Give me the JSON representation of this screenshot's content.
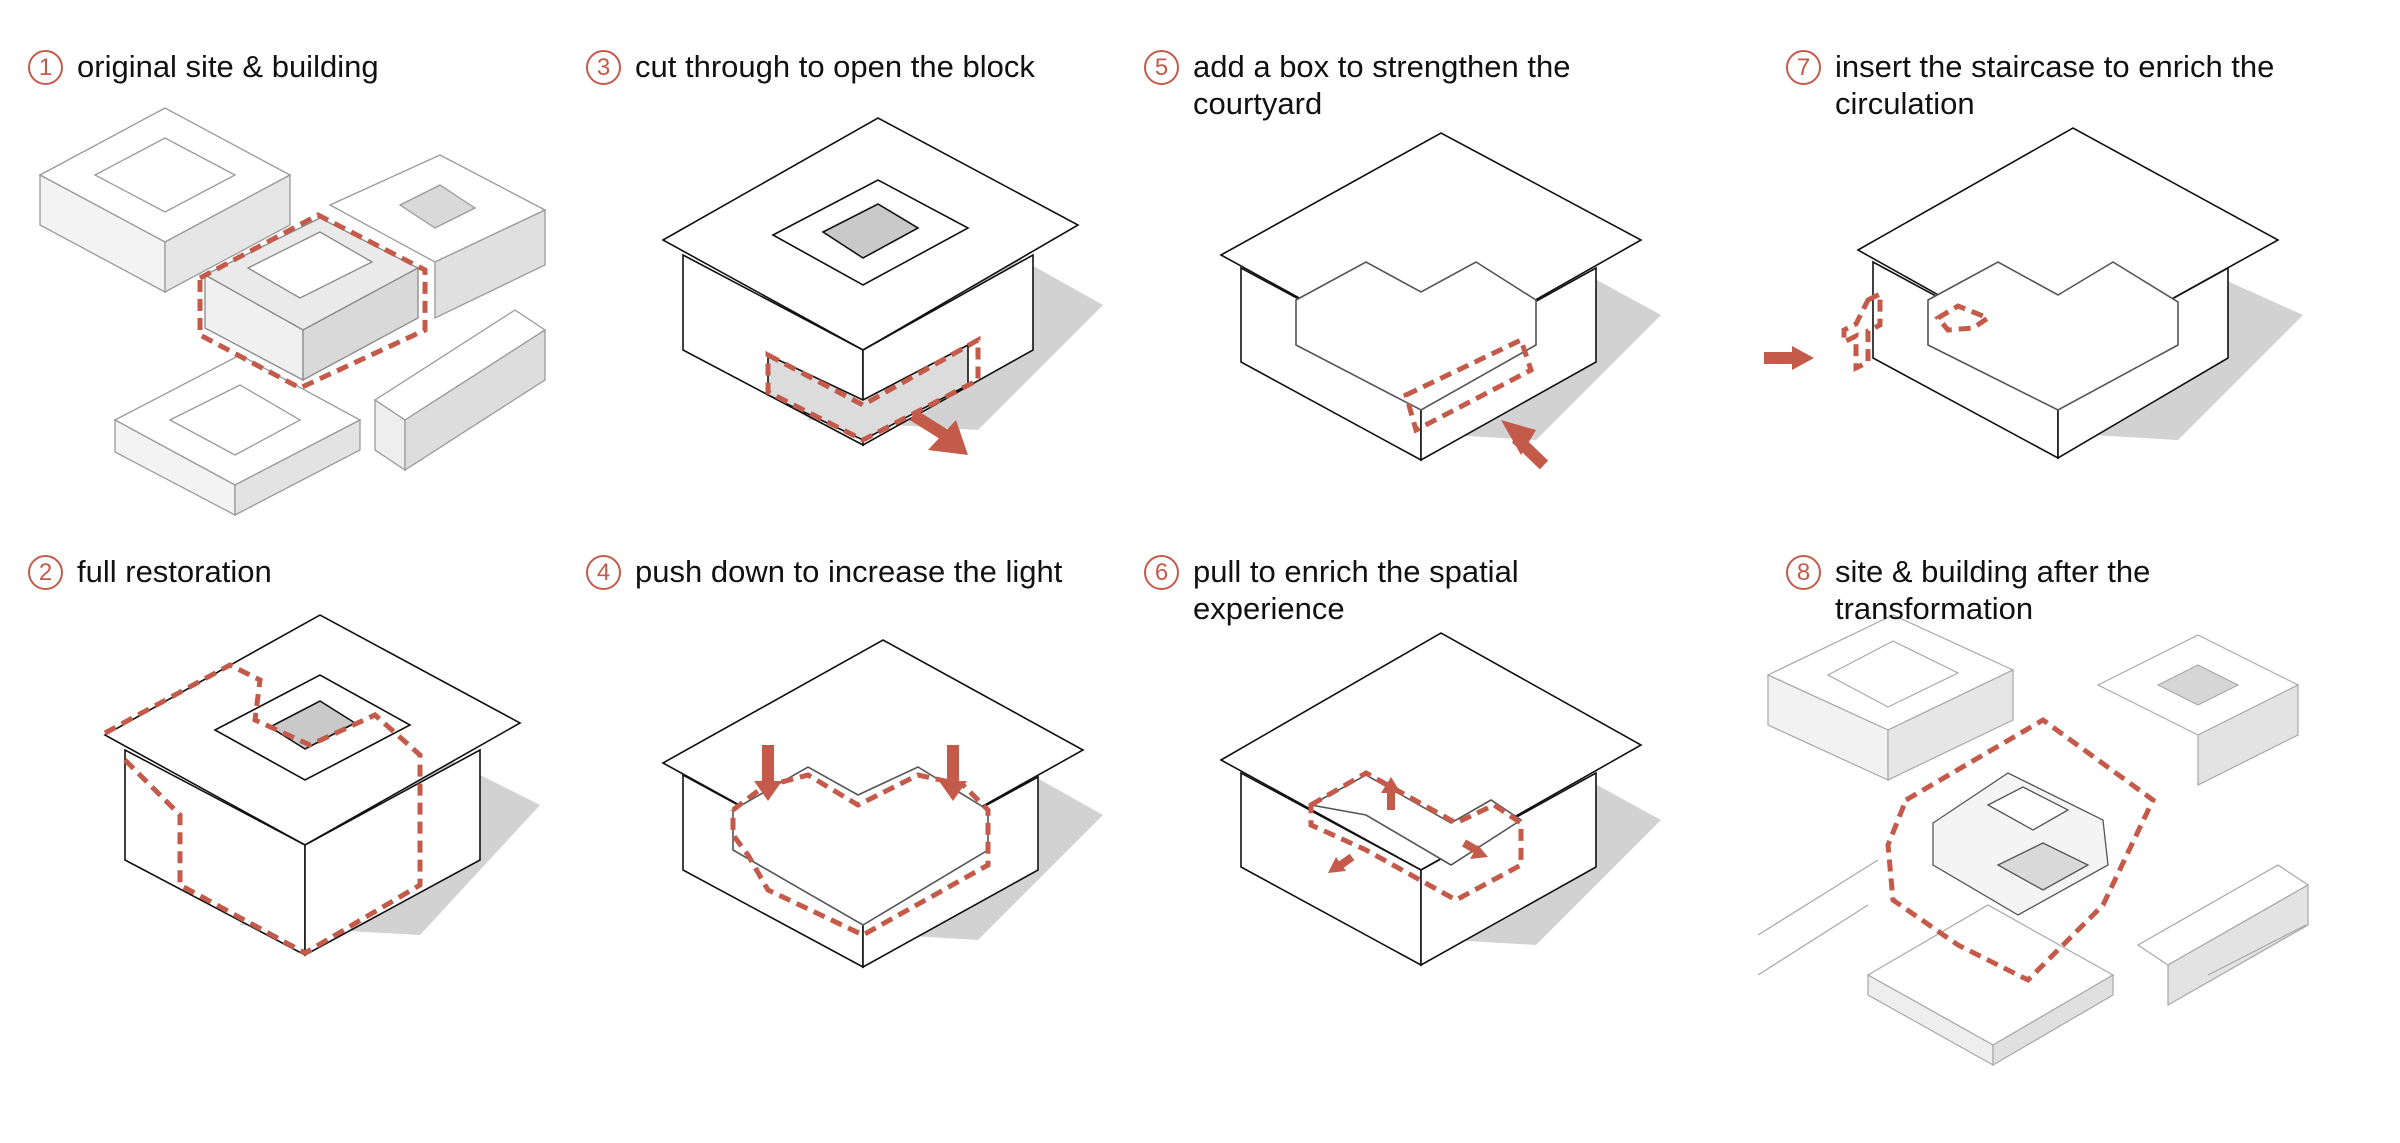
{
  "colors": {
    "accent": "#c45a49",
    "shadow": "#d2d2d2",
    "ink": "#111111",
    "ghost": "#9a9a9a"
  },
  "steps": [
    {
      "num": "1",
      "label": "original site & building"
    },
    {
      "num": "2",
      "label": "full restoration"
    },
    {
      "num": "3",
      "label": "cut through to open the block"
    },
    {
      "num": "4",
      "label": "push down to increase the light"
    },
    {
      "num": "5",
      "label": "add a box to strengthen the courtyard"
    },
    {
      "num": "6",
      "label": "pull to enrich the spatial experience"
    },
    {
      "num": "7",
      "label": "insert the staircase to enrich the\ncirculation"
    },
    {
      "num": "8",
      "label": "site & building after the transformation"
    }
  ]
}
